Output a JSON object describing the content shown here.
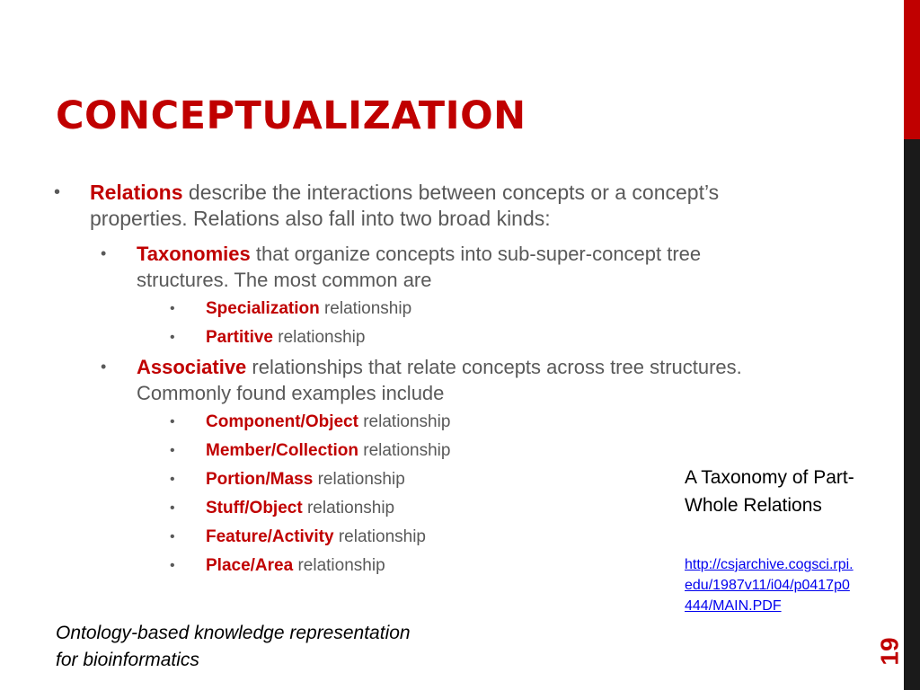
{
  "slide": {
    "title": "CONCEPTUALIZATION",
    "number": "19"
  },
  "bullets": {
    "relations": {
      "term": "Relations",
      "text": " describe the interactions between concepts or a concept’s properties. Relations also fall into two broad kinds:"
    },
    "taxonomies": {
      "term": "Taxonomies",
      "text": " that organize concepts into sub-super-concept tree structures. The most common are",
      "items": [
        {
          "term": "Specialization",
          "text": " relationship"
        },
        {
          "term": "Partitive",
          "text": " relationship"
        }
      ]
    },
    "associative": {
      "term": "Associative",
      "text": " relationships that relate concepts across tree structures. Commonly found examples include",
      "items": [
        {
          "term": "Component/Object",
          "text": " relationship"
        },
        {
          "term": "Member/Collection",
          "text": " relationship"
        },
        {
          "term": "Portion/Mass",
          "text": " relationship"
        },
        {
          "term": "Stuff/Object",
          "text": " relationship"
        },
        {
          "term": "Feature/Activity",
          "text": " relationship"
        },
        {
          "term": "Place/Area",
          "text": " relationship"
        }
      ]
    }
  },
  "sidebar_note": {
    "caption": "A Taxonomy of Part-Whole Relations",
    "link": "http://csjarchive.cogsci.rpi.edu/1987v11/i04/p0417p0444/MAIN.PDF"
  },
  "footer": {
    "text": "Ontology-based knowledge representation for bioinformatics"
  },
  "colors": {
    "accent": "#c00000",
    "body_text": "#595959",
    "link": "#0000ee",
    "dark_bar": "#1a1a1a"
  }
}
